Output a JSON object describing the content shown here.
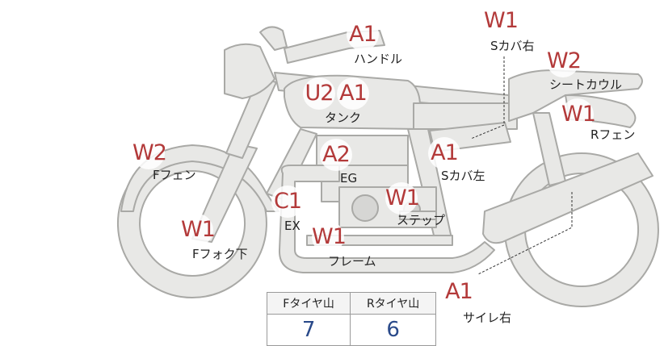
{
  "parts": {
    "handle": {
      "grade": "A1",
      "label": "ハンドル"
    },
    "side_cover_right": {
      "grade": "W1",
      "label": "Sカバ右"
    },
    "seat_cowl": {
      "grade": "W2",
      "label": "シートカウル"
    },
    "rear_fender": {
      "grade": "W1",
      "label": "Rフェン"
    },
    "tank": {
      "grade_1": "U2",
      "grade_2": "A1",
      "label": "タンク"
    },
    "front_fender": {
      "grade": "W2",
      "label": "Fフェン"
    },
    "engine": {
      "grade": "A2",
      "label": "EG"
    },
    "side_cover_left": {
      "grade": "A1",
      "label": "Sカバ左"
    },
    "exhaust": {
      "grade": "C1",
      "label": "EX"
    },
    "step": {
      "grade": "W1",
      "label": "ステップ"
    },
    "front_fork": {
      "grade": "W1",
      "label": "Fフォク下"
    },
    "frame": {
      "grade": "W1",
      "label": "フレーム"
    },
    "muffler_right": {
      "grade": "A1",
      "label": "サイレ右"
    }
  },
  "tire_tread": {
    "headers": [
      "Fタイヤ山",
      "Rタイヤ山"
    ],
    "values": [
      "7",
      "6"
    ]
  }
}
